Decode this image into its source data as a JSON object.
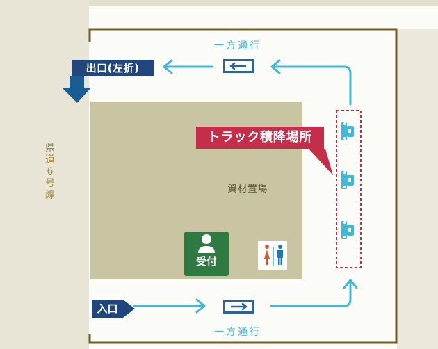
{
  "map": {
    "road_label": "県\n道\n6\n号\n線",
    "material_yard_label": "資材置場",
    "one_way_top": "一方通行",
    "one_way_bottom": "一方通行",
    "exit_label": "出口(左折)",
    "entry_label": "入口",
    "truck_area_label": "トラック積降場所",
    "reception_label": "受付",
    "colors": {
      "background": "#e8e4d6",
      "main_panel": "#fbfbf7",
      "yard": "#c9c5a3",
      "frame": "#6f5d28",
      "route": "#41b8d7",
      "blue_sign": "#27659d",
      "dark_blue": "#1a5d93",
      "exit_label": "#21467c",
      "truck_callout": "#c52e4b",
      "reception": "#2f7a43",
      "restroom_male": "#1b76be",
      "restroom_female": "#d95a2a"
    },
    "icons": {
      "route_arrows": "arrow-icon",
      "truck": "truck-icon",
      "person": "person-icon",
      "restroom": "restroom-icon"
    }
  }
}
